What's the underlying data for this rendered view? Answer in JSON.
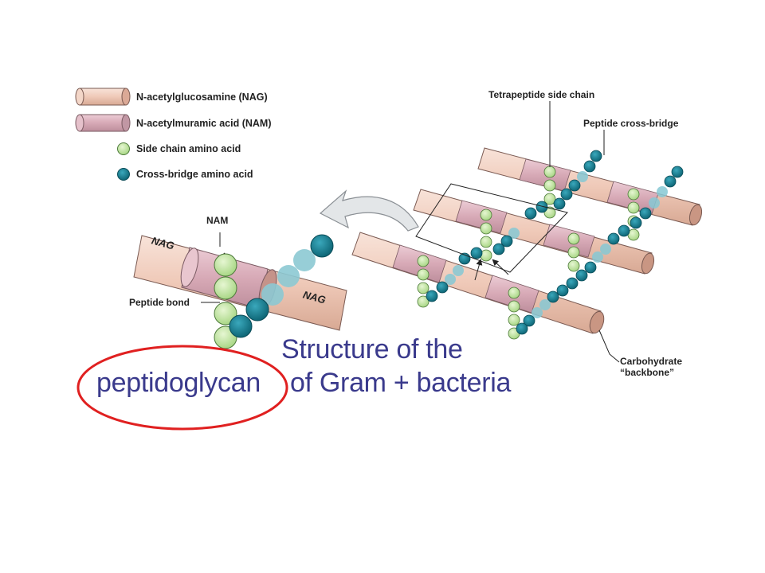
{
  "legend": {
    "nag": "N-acetylglucosamine (NAG)",
    "nam": "N-acetylmuramic acid (NAM)",
    "side_chain": "Side chain amino acid",
    "cross_bridge": "Cross-bridge amino acid"
  },
  "detail": {
    "nam_label": "NAM",
    "nag_left": "NAG",
    "nag_right": "NAG",
    "peptide_bond": "Peptide bond"
  },
  "callouts": {
    "tetrapeptide": "Tetrapeptide side chain",
    "cross_bridge": "Peptide cross-bridge",
    "carbohydrate_line1": "Carbohydrate",
    "carbohydrate_line2": "“backbone”"
  },
  "caption": {
    "line1": "Structure of the",
    "line2_highlight": "peptidoglycan",
    "line2_rest": "of Gram + bacteria"
  },
  "colors": {
    "nag_fill": "#f2cfc0",
    "nam_fill": "#dcb0bd",
    "side_chain": "#c6e6a4",
    "cross_bridge": "#1a7f93",
    "caption_text": "#3a3a8c",
    "highlight_ellipse": "#e02020"
  }
}
